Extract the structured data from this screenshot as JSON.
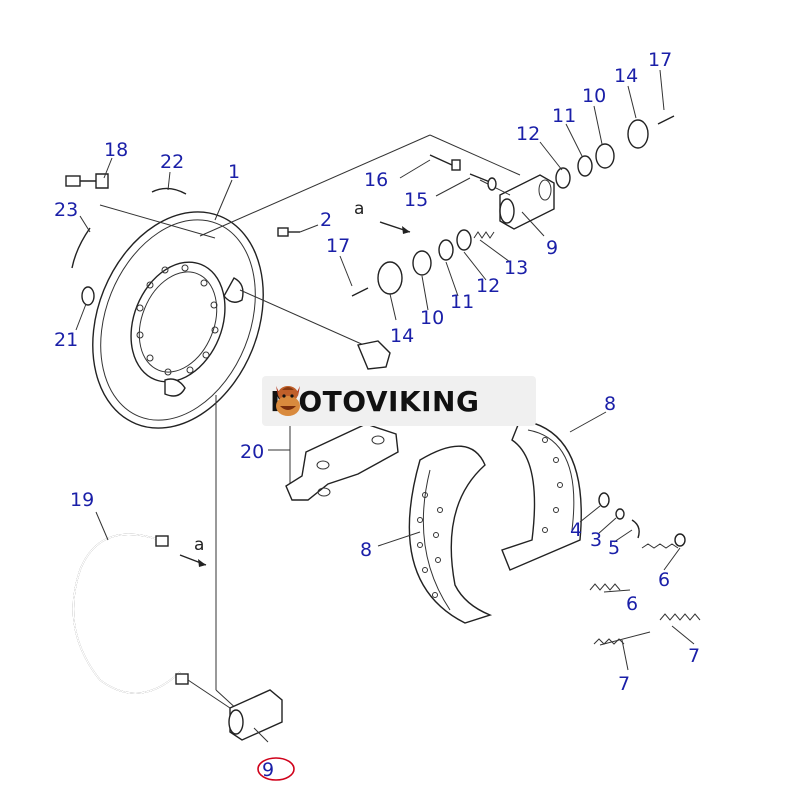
{
  "watermark": {
    "text": "MOTOVIKING"
  },
  "accent_color": "#1a1fa8",
  "highlight_color": "#d0021b",
  "arrow_labels": [
    "a",
    "a"
  ],
  "callouts": {
    "c1": "1",
    "c2": "2",
    "c3": "3",
    "c4": "4",
    "c5": "5",
    "c6a": "6",
    "c6b": "6",
    "c7a": "7",
    "c7b": "7",
    "c8a": "8",
    "c8b": "8",
    "c9a": "9",
    "c9b": "9",
    "c10a": "10",
    "c10b": "10",
    "c11a": "11",
    "c11b": "11",
    "c12a": "12",
    "c12b": "12",
    "c13": "13",
    "c14a": "14",
    "c14b": "14",
    "c15": "15",
    "c16": "16",
    "c17a": "17",
    "c17b": "17",
    "c18": "18",
    "c19": "19",
    "c20": "20",
    "c21": "21",
    "c22": "22",
    "c23": "23"
  }
}
